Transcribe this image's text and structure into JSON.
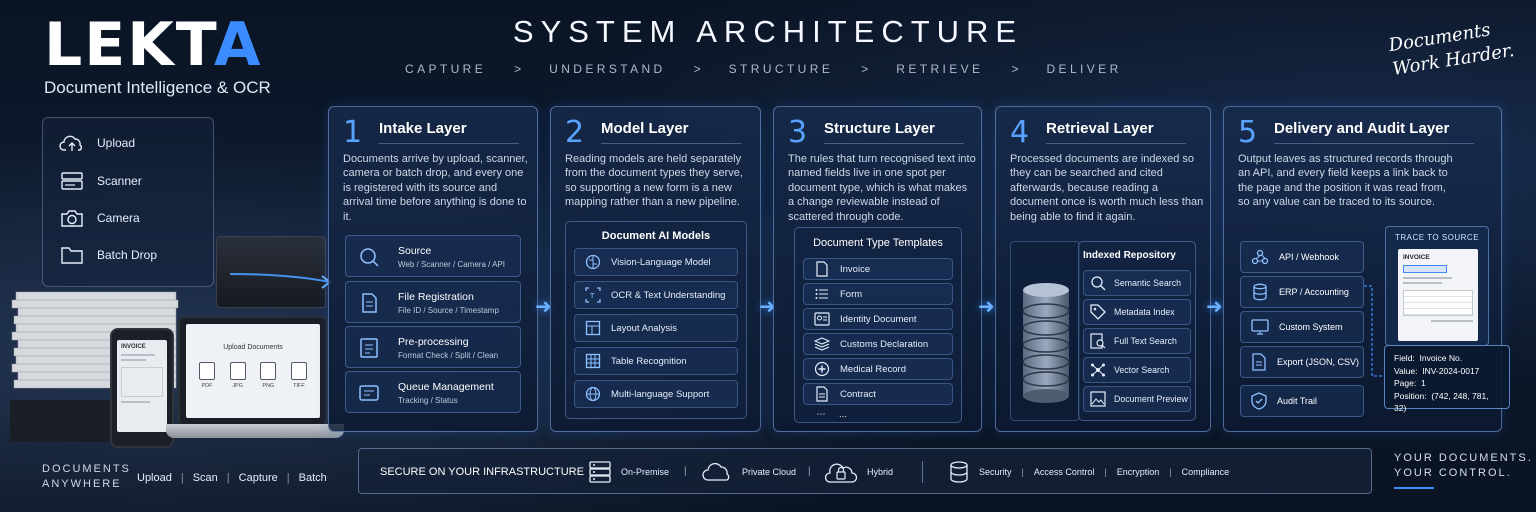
{
  "brand": {
    "logo_main": "LEKT",
    "logo_accent": "A",
    "subtitle": "Document Intelligence & OCR"
  },
  "header": {
    "title": "SYSTEM ARCHITECTURE",
    "flow": [
      "CAPTURE",
      "UNDERSTAND",
      "STRUCTURE",
      "RETRIEVE",
      "DELIVER"
    ],
    "flow_separator": ">",
    "tagline": "Documents Work Harder."
  },
  "sources": {
    "items": [
      {
        "label": "Upload",
        "icon": "cloud-upload-icon"
      },
      {
        "label": "Scanner",
        "icon": "scanner-icon"
      },
      {
        "label": "Camera",
        "icon": "camera-icon"
      },
      {
        "label": "Batch Drop",
        "icon": "folder-icon"
      }
    ]
  },
  "devices": {
    "phone_doc_title": "INVOICE",
    "laptop_title": "Upload Documents",
    "laptop_formats": [
      "PDF",
      "JPG",
      "PNG",
      "TIFF"
    ]
  },
  "bottom_left": {
    "line1": "DOCUMENTS",
    "line2": "ANYWHERE",
    "links": [
      "Upload",
      "Scan",
      "Capture",
      "Batch"
    ],
    "separator": "|"
  },
  "layers": [
    {
      "number": "1",
      "title": "Intake Layer",
      "description": "Documents arrive by upload, scanner, camera or batch drop, and every one is registered with its source and arrival time before anything is done to it.",
      "steps": [
        {
          "title": "Source",
          "sub": "Web / Scanner / Camera / API",
          "icon": "search-icon"
        },
        {
          "title": "File Registration",
          "sub": "File ID / Source / Timestamp",
          "icon": "document-icon"
        },
        {
          "title": "Pre-processing",
          "sub": "Format Check / Split / Clean",
          "icon": "list-icon"
        },
        {
          "title": "Queue Management",
          "sub": "Tracking / Status",
          "icon": "queue-icon"
        }
      ]
    },
    {
      "number": "2",
      "title": "Model Layer",
      "description": "Reading models are held separately from the document types they serve, so supporting a new form is a new mapping rather than a new pipeline.",
      "panel_title": "Document AI Models",
      "items": [
        {
          "label": "Vision-Language Model",
          "icon": "brain-icon"
        },
        {
          "label": "OCR & Text Understanding",
          "icon": "ocr-icon"
        },
        {
          "label": "Layout Analysis",
          "icon": "layout-icon"
        },
        {
          "label": "Table Recognition",
          "icon": "table-icon"
        },
        {
          "label": "Multi-language Support",
          "icon": "globe-icon"
        }
      ]
    },
    {
      "number": "3",
      "title": "Structure Layer",
      "description": "The rules that turn recognised text into named fields live in one spot per document type, which is what makes a change reviewable instead of scattered through code.",
      "panel_title": "Document Type Templates",
      "items": [
        {
          "label": "Invoice",
          "icon": "document-icon"
        },
        {
          "label": "Form",
          "icon": "list-icon"
        },
        {
          "label": "Identity Document",
          "icon": "id-card-icon"
        },
        {
          "label": "Customs Declaration",
          "icon": "stack-icon"
        },
        {
          "label": "Medical Record",
          "icon": "medical-plus-icon"
        },
        {
          "label": "Contract",
          "icon": "contract-icon"
        },
        {
          "label": "...",
          "icon": "more-icon"
        }
      ]
    },
    {
      "number": "4",
      "title": "Retrieval Layer",
      "description": "Processed documents are indexed so they can be searched and cited afterwards, because reading a document once is worth much less than being able to find it again.",
      "panel_title": "Indexed Repository",
      "items": [
        {
          "label": "Semantic Search",
          "icon": "search-icon"
        },
        {
          "label": "Metadata Index",
          "icon": "tag-icon"
        },
        {
          "label": "Full Text Search",
          "icon": "text-search-icon"
        },
        {
          "label": "Vector Search",
          "icon": "vector-icon"
        },
        {
          "label": "Document Preview",
          "icon": "image-icon"
        }
      ]
    },
    {
      "number": "5",
      "title": "Delivery and Audit Layer",
      "description": "Output leaves as structured records through an API, and every field keeps a link back to the page and the position it was read from, so any value can be traced to its source.",
      "outputs": [
        {
          "label": "API / Webhook",
          "icon": "webhook-icon"
        },
        {
          "label": "ERP / Accounting",
          "icon": "database-icon"
        },
        {
          "label": "Custom System",
          "icon": "monitor-icon"
        },
        {
          "label": "Export (JSON, CSV)",
          "icon": "export-icon"
        },
        {
          "label": "Audit Trail",
          "icon": "shield-check-icon"
        }
      ],
      "trace_title": "TRACE TO SOURCE",
      "trace_doc_title": "INVOICE",
      "field": {
        "field_label": "Field:",
        "field_value": "Invoice No.",
        "value_label": "Value:",
        "value_value": "INV-2024-0017",
        "page_label": "Page:",
        "page_value": "1",
        "position_label": "Position:",
        "position_value": "(742, 248, 781, 32)"
      }
    }
  ],
  "security_bar": {
    "title": "SECURE ON YOUR INFRASTRUCTURE",
    "deploy": [
      {
        "label": "On-Premise",
        "icon": "server-icon"
      },
      {
        "label": "Private Cloud",
        "icon": "cloud-icon"
      },
      {
        "label": "Hybrid",
        "icon": "lock-icon"
      }
    ],
    "features": [
      "Security",
      "Access Control",
      "Encryption",
      "Compliance"
    ],
    "separator": "|"
  },
  "footer_right": {
    "line1": "YOUR DOCUMENTS.",
    "line2": "YOUR CONTROL."
  },
  "colors": {
    "accent": "#3d8cff",
    "card_border": "#82aae6",
    "background": "#0d1a2e"
  }
}
